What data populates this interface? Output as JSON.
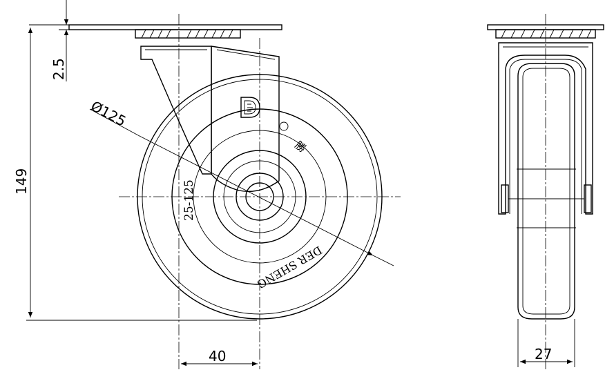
{
  "dimensions": {
    "plate_thickness": "2.5",
    "overall_height": "149",
    "wheel_diameter": "Ø125",
    "offset": "40",
    "wheel_width": "27"
  },
  "wheel_markings": {
    "model": "25-125",
    "brand": "DER SHENG",
    "glyph": "勝"
  },
  "icons": {
    "logo": "D-brand-logo-icon"
  }
}
